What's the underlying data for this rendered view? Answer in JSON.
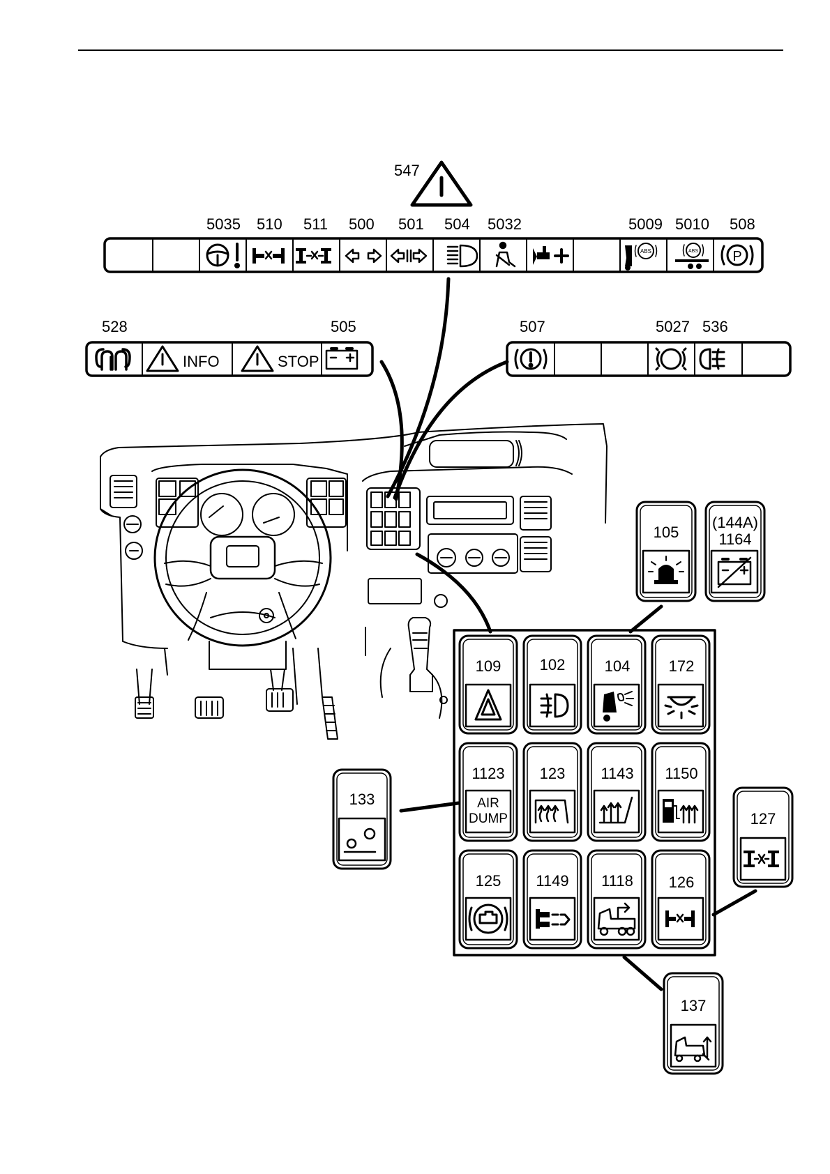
{
  "warning_lamp": {
    "number": "547"
  },
  "top_bar": {
    "numbers": [
      "5035",
      "510",
      "511",
      "500",
      "501",
      "504",
      "5032",
      "5009",
      "5010",
      "508"
    ],
    "abs_text": "ABS"
  },
  "left_bar": {
    "numbers": [
      "528",
      "505"
    ],
    "info_text": "INFO",
    "stop_text": "STOP"
  },
  "right_bar": {
    "numbers": [
      "507",
      "5027",
      "536"
    ]
  },
  "switch_panel": {
    "row1": [
      "109",
      "102",
      "104",
      "172"
    ],
    "row2": [
      "1123",
      "123",
      "1143",
      "1150"
    ],
    "row3": [
      "125",
      "1149",
      "1118",
      "126"
    ],
    "air_dump_line1": "AIR",
    "air_dump_line2": "DUMP"
  },
  "extra_switches": {
    "s105": "105",
    "s144a": "(144A)",
    "s1164": "1164",
    "s133": "133",
    "s127": "127",
    "s137": "137"
  },
  "icons": {
    "547": "warning-triangle-icon",
    "5035": "steering-warning-icon",
    "510": "diff-lock-icon",
    "511": "axle-diff-lock-icon",
    "500": "turn-indicators-truck-icon",
    "501": "turn-indicators-trailer-icon",
    "504": "main-beam-icon",
    "5032": "seat-belt-icon",
    "508": "parking-brake-icon",
    "528": "preheat-icon",
    "505": "battery-charging-icon",
    "507": "brake-failure-icon",
    "5027": "brake-wear-icon",
    "536": "rear-fog-icon"
  }
}
